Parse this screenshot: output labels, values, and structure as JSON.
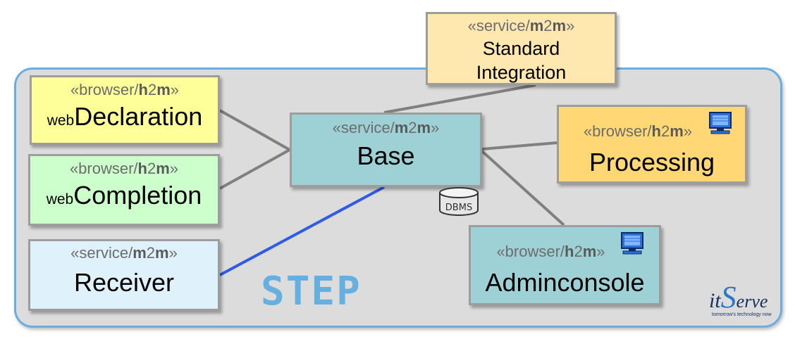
{
  "diagram": {
    "container_label": "STEP",
    "nodes": [
      {
        "id": "web-declaration",
        "stereotype_prefix": "«browser/",
        "stereotype_h": "h",
        "stereotype_2": "2",
        "stereotype_m": "m",
        "stereotype_suffix": "»",
        "name_prefix": "web",
        "name": "Declaration",
        "fill": "#ffff99"
      },
      {
        "id": "web-completion",
        "stereotype_prefix": "«browser/",
        "stereotype_h": "h",
        "stereotype_2": "2",
        "stereotype_m": "m",
        "stereotype_suffix": "»",
        "name_prefix": "web",
        "name": "Completion",
        "fill": "#ccffcc"
      },
      {
        "id": "receiver",
        "stereotype_prefix": "«service/",
        "stereotype_h": "m",
        "stereotype_2": "2",
        "stereotype_m": "m",
        "stereotype_suffix": "»",
        "name": "Receiver",
        "fill": "#dff2fc"
      },
      {
        "id": "base",
        "stereotype_prefix": "«service/",
        "stereotype_h": "m",
        "stereotype_2": "2",
        "stereotype_m": "m",
        "stereotype_suffix": "»",
        "name": "Base",
        "fill": "#9ed1d6"
      },
      {
        "id": "standard-integration",
        "stereotype_prefix": "«service/",
        "stereotype_h": "m",
        "stereotype_2": "2",
        "stereotype_m": "m",
        "stereotype_suffix": "»",
        "name_line1": "Standard",
        "name_line2": "Integration",
        "fill": "#ffe8b0"
      },
      {
        "id": "processing",
        "stereotype_prefix": "«browser/",
        "stereotype_h": "h",
        "stereotype_2": "2",
        "stereotype_m": "m",
        "stereotype_suffix": "»",
        "name": "Processing",
        "fill": "#ffd875",
        "icon": "monitor-icon"
      },
      {
        "id": "adminconsole",
        "stereotype_prefix": "«browser/",
        "stereotype_h": "h",
        "stereotype_2": "2",
        "stereotype_m": "m",
        "stereotype_suffix": "»",
        "name": "Adminconsole",
        "fill": "#9ed1d6",
        "icon": "monitor-icon"
      }
    ],
    "edges": [
      {
        "from": "web-declaration",
        "to": "base",
        "color": "#808080"
      },
      {
        "from": "web-completion",
        "to": "base",
        "color": "#808080"
      },
      {
        "from": "receiver",
        "to": "base",
        "color": "#2f5be6"
      },
      {
        "from": "standard-integration",
        "to": "base",
        "color": "#808080"
      },
      {
        "from": "processing",
        "to": "base",
        "color": "#808080"
      },
      {
        "from": "adminconsole",
        "to": "base",
        "color": "#808080"
      }
    ],
    "database": {
      "label": "DBMS",
      "icon": "database-icon"
    },
    "logo": {
      "it": "it",
      "s": "S",
      "erve": "erve",
      "tagline": "tomorrow's technology now"
    }
  }
}
